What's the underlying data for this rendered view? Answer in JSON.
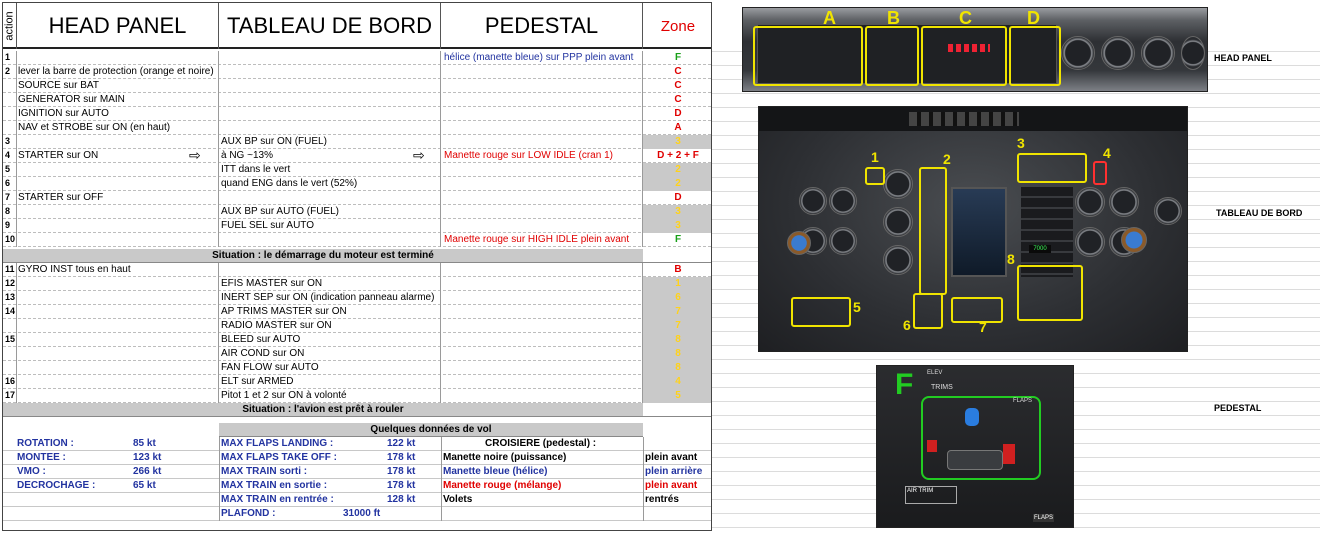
{
  "header": {
    "action": "action",
    "head_panel": "HEAD PANEL",
    "tableau": "TABLEAU DE BORD",
    "pedestal": "PEDESTAL",
    "zone": "Zone"
  },
  "rows": [
    {
      "n": "1",
      "head": "",
      "tab": "",
      "ped": "hélice (manette bleue) sur PPP  plein avant",
      "zone": "F"
    },
    {
      "n": "2",
      "head": "lever la barre de protection (orange et noire)",
      "tab": "",
      "ped": "",
      "zone": "C"
    },
    {
      "n": "",
      "head": "SOURCE sur BAT",
      "tab": "",
      "ped": "",
      "zone": "C"
    },
    {
      "n": "",
      "head": "GENERATOR sur MAIN",
      "tab": "",
      "ped": "",
      "zone": "C"
    },
    {
      "n": "",
      "head": "IGNITION sur AUTO",
      "tab": "",
      "ped": "",
      "zone": "D"
    },
    {
      "n": "",
      "head": "NAV et STROBE sur ON (en haut)",
      "tab": "",
      "ped": "",
      "zone": "A"
    },
    {
      "n": "3",
      "head": "",
      "tab": "AUX BP sur ON (FUEL)",
      "ped": "",
      "zone": "3"
    },
    {
      "n": "4",
      "head": "STARTER sur ON",
      "tab": "à NG ~13%",
      "ped": "Manette rouge sur LOW IDLE (cran 1)",
      "zone": "D + 2 + F"
    },
    {
      "n": "5",
      "head": "",
      "tab": "ITT dans le vert",
      "ped": "",
      "zone": "2"
    },
    {
      "n": "6",
      "head": "",
      "tab": "quand ENG dans le vert (52%)",
      "ped": "",
      "zone": "2"
    },
    {
      "n": "7",
      "head": "STARTER sur OFF",
      "tab": "",
      "ped": "",
      "zone": "D"
    },
    {
      "n": "8",
      "head": "",
      "tab": "AUX BP sur AUTO (FUEL)",
      "ped": "",
      "zone": "3"
    },
    {
      "n": "9",
      "head": "",
      "tab": "FUEL SEL sur AUTO",
      "ped": "",
      "zone": "3"
    },
    {
      "n": "10",
      "head": "",
      "tab": "",
      "ped": "Manette rouge sur HIGH IDLE plein avant",
      "zone": "F"
    }
  ],
  "situation1": "Situation : le démarrage du moteur est terminé",
  "rows2": [
    {
      "n": "11",
      "head": "GYRO INST tous en haut",
      "tab": "",
      "ped": "",
      "zone": "B"
    },
    {
      "n": "12",
      "head": "",
      "tab": "EFIS MASTER sur ON",
      "ped": "",
      "zone": "1"
    },
    {
      "n": "13",
      "head": "",
      "tab": "INERT SEP sur ON (indication panneau alarme)",
      "ped": "",
      "zone": "6"
    },
    {
      "n": "14",
      "head": "",
      "tab": "AP TRIMS MASTER sur ON",
      "ped": "",
      "zone": "7"
    },
    {
      "n": "",
      "head": "",
      "tab": "RADIO MASTER sur ON",
      "ped": "",
      "zone": "7"
    },
    {
      "n": "15",
      "head": "",
      "tab": "BLEED sur AUTO",
      "ped": "",
      "zone": "8"
    },
    {
      "n": "",
      "head": "",
      "tab": "AIR COND sur ON",
      "ped": "",
      "zone": "8"
    },
    {
      "n": "",
      "head": "",
      "tab": "FAN FLOW sur AUTO",
      "ped": "",
      "zone": "8"
    },
    {
      "n": "16",
      "head": "",
      "tab": "ELT sur ARMED",
      "ped": "",
      "zone": "4"
    },
    {
      "n": "17",
      "head": "",
      "tab": "Pitot 1 et 2 sur ON à volonté",
      "ped": "",
      "zone": "5"
    }
  ],
  "situation2": "Situation : l'avion est prêt à rouler",
  "vol": {
    "title": "Quelques données de vol",
    "left": [
      {
        "label": "ROTATION :",
        "value": "85 kt"
      },
      {
        "label": "MONTEE :",
        "value": "123 kt"
      },
      {
        "label": "VMO :",
        "value": "266 kt"
      },
      {
        "label": "DECROCHAGE :",
        "value": "65 kt"
      }
    ],
    "middle": [
      {
        "label": "MAX FLAPS LANDING :",
        "value": "122 kt"
      },
      {
        "label": "MAX FLAPS TAKE OFF :",
        "value": "178 kt"
      },
      {
        "label": "MAX TRAIN sorti :",
        "value": "178 kt"
      },
      {
        "label": "MAX TRAIN en sortie :",
        "value": "178 kt"
      },
      {
        "label": "MAX TRAIN en rentrée :",
        "value": "128 kt"
      },
      {
        "label": "PLAFOND :",
        "value": "31000 ft"
      }
    ],
    "croisiere_title": "CROISIERE (pedestal) :",
    "croisiere": [
      {
        "label": "Manette noire (puissance)",
        "value": "plein avant"
      },
      {
        "label": "Manette bleue (hélice)",
        "value": "plein arrière"
      },
      {
        "label": "Manette rouge (mélange)",
        "value": "plein avant"
      },
      {
        "label": "Volets",
        "value": "rentrés"
      }
    ]
  },
  "photos": {
    "head_zones": [
      "A",
      "B",
      "C",
      "D"
    ],
    "tab_zones": [
      "1",
      "2",
      "3",
      "4",
      "5",
      "6",
      "7",
      "8"
    ],
    "ped_zone": "F",
    "ped_labels": {
      "trims": "TRIMS",
      "flaps": "FLAPS",
      "air_trim": "AIR TRIM",
      "flaps_bottom": "FLAPS",
      "elev": "ELEV"
    },
    "tab_screen_label": "7000"
  },
  "side_labels": {
    "head": "HEAD PANEL",
    "tab": "TABLEAU DE BORD",
    "ped": "PEDESTAL"
  },
  "colors": {
    "zone_red": "#e00000",
    "zone_green": "#18a018",
    "zone_yellow": "#ffd21a",
    "highlight_yellow": "#f0e400",
    "highlight_green": "#22cc22",
    "label_blue": "#2233a0"
  }
}
